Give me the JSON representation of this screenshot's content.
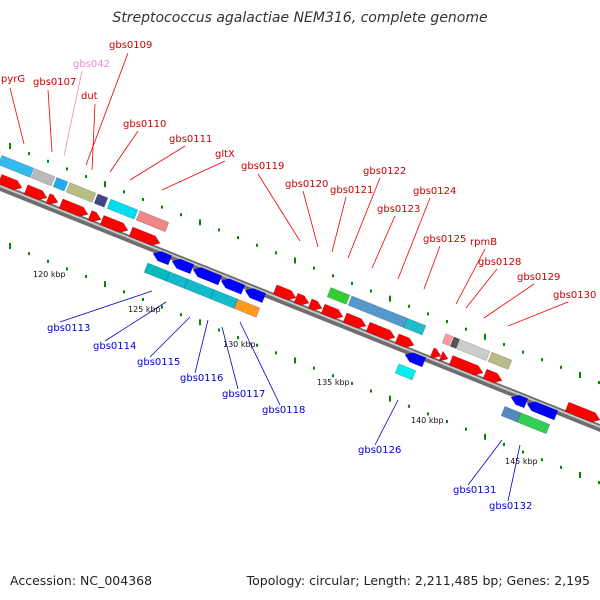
{
  "title": "Streptococcus agalactiae NEM316, complete genome",
  "footer": {
    "accession": "Accession: NC_004368",
    "stats": "Topology: circular; Length: 2,211,485 bp; Genes: 2,195"
  },
  "colors": {
    "forward_gene": "#ff0000",
    "reverse_gene": "#0000ff",
    "forward_label": "#cc0000",
    "reverse_label": "#0000cc",
    "rna_label": "#ee88cc",
    "backbone": "#888888",
    "tick": "#008800"
  },
  "scale": {
    "labels": [
      "120 kbp",
      "125 kbp",
      "130 kbp",
      "135 kbp",
      "140 kbp",
      "145 kbp"
    ]
  },
  "forward_labels": [
    "pyrG",
    "gbs0107",
    "gbs042",
    "gbs0109",
    "dut",
    "gbs0110",
    "gbs0111",
    "gltX",
    "gbs0119",
    "gbs0120",
    "gbs0121",
    "gbs0122",
    "gbs0123",
    "gbs0124",
    "gbs0125",
    "rpmB",
    "gbs0128",
    "gbs0129",
    "gbs0130"
  ],
  "reverse_labels": [
    "gbs0113",
    "gbs0114",
    "gbs0115",
    "gbs0116",
    "gbs0117",
    "gbs0118",
    "gbs0126",
    "gbs0131",
    "gbs0132"
  ]
}
